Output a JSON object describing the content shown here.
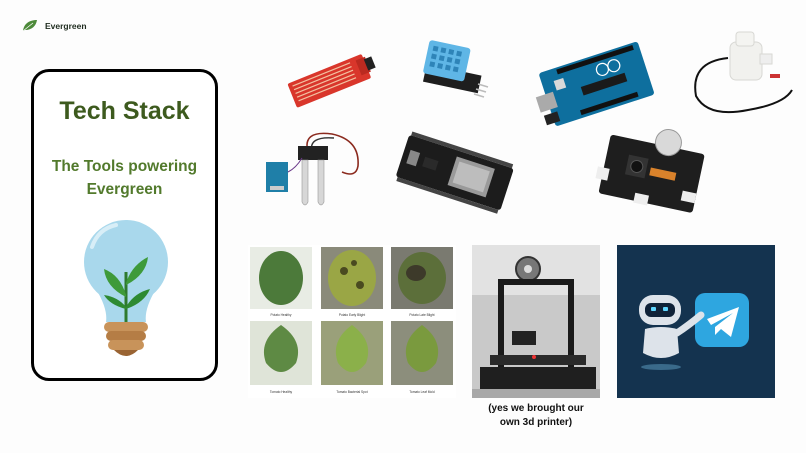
{
  "brand": {
    "name": "Evergreen",
    "icon": "leaf-icon"
  },
  "card": {
    "title": "Tech Stack",
    "subtitle_line1": "The Tools powering",
    "subtitle_line2": "Evergreen"
  },
  "leaf_dataset": {
    "labels": [
      "Potato Healthy",
      "Potato Early Blight",
      "Potato Late Blight",
      "Tomato Healthy",
      "Tomato Bacterial Spot",
      "Tomato Leaf Mold"
    ]
  },
  "printer": {
    "caption_line1": "(yes we brought our",
    "caption_line2": "own 3d printer)"
  },
  "colors": {
    "title_green": "#3d5a1e",
    "subtitle_green": "#527a2c",
    "telegram_bg": "#14334f",
    "telegram_blue": "#2ea6e0",
    "pcb_red": "#d9362b",
    "pcb_blue": "#1f7fa8",
    "arduino_blue": "#0e6f9e"
  }
}
